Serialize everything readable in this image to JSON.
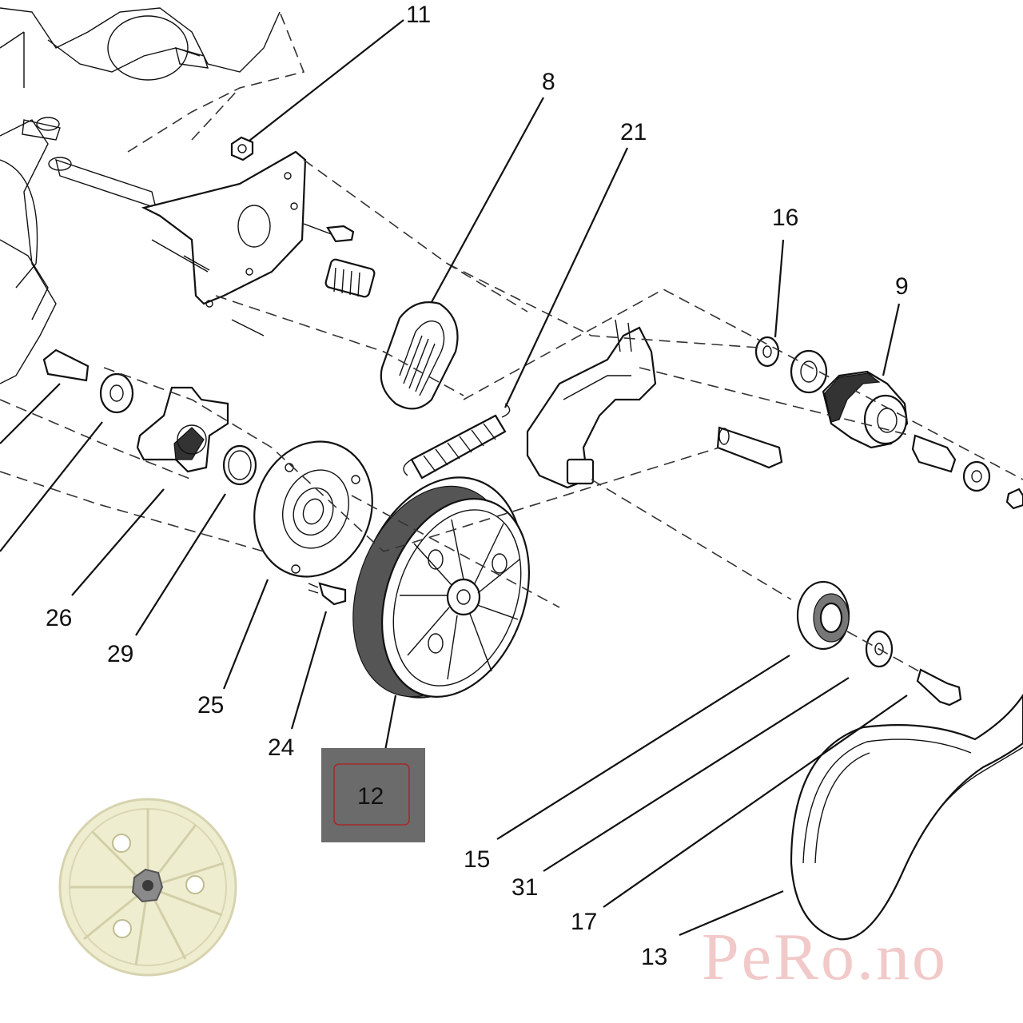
{
  "labels": {
    "p11": "11",
    "p8": "8",
    "p21": "21",
    "p16": "16",
    "p9": "9",
    "p26": "26",
    "p29": "29",
    "p25": "25",
    "p24": "24",
    "p12": "12",
    "p15": "15",
    "p31": "31",
    "p17": "17",
    "p13": "13"
  },
  "highlighted_part": "12",
  "watermark": "PeRo.no",
  "colors": {
    "highlight_fill": "#6b6b6b",
    "highlight_frame": "#a52a2a",
    "watermark": "#f2c9c9",
    "photo_pulley": "#efedcf"
  }
}
